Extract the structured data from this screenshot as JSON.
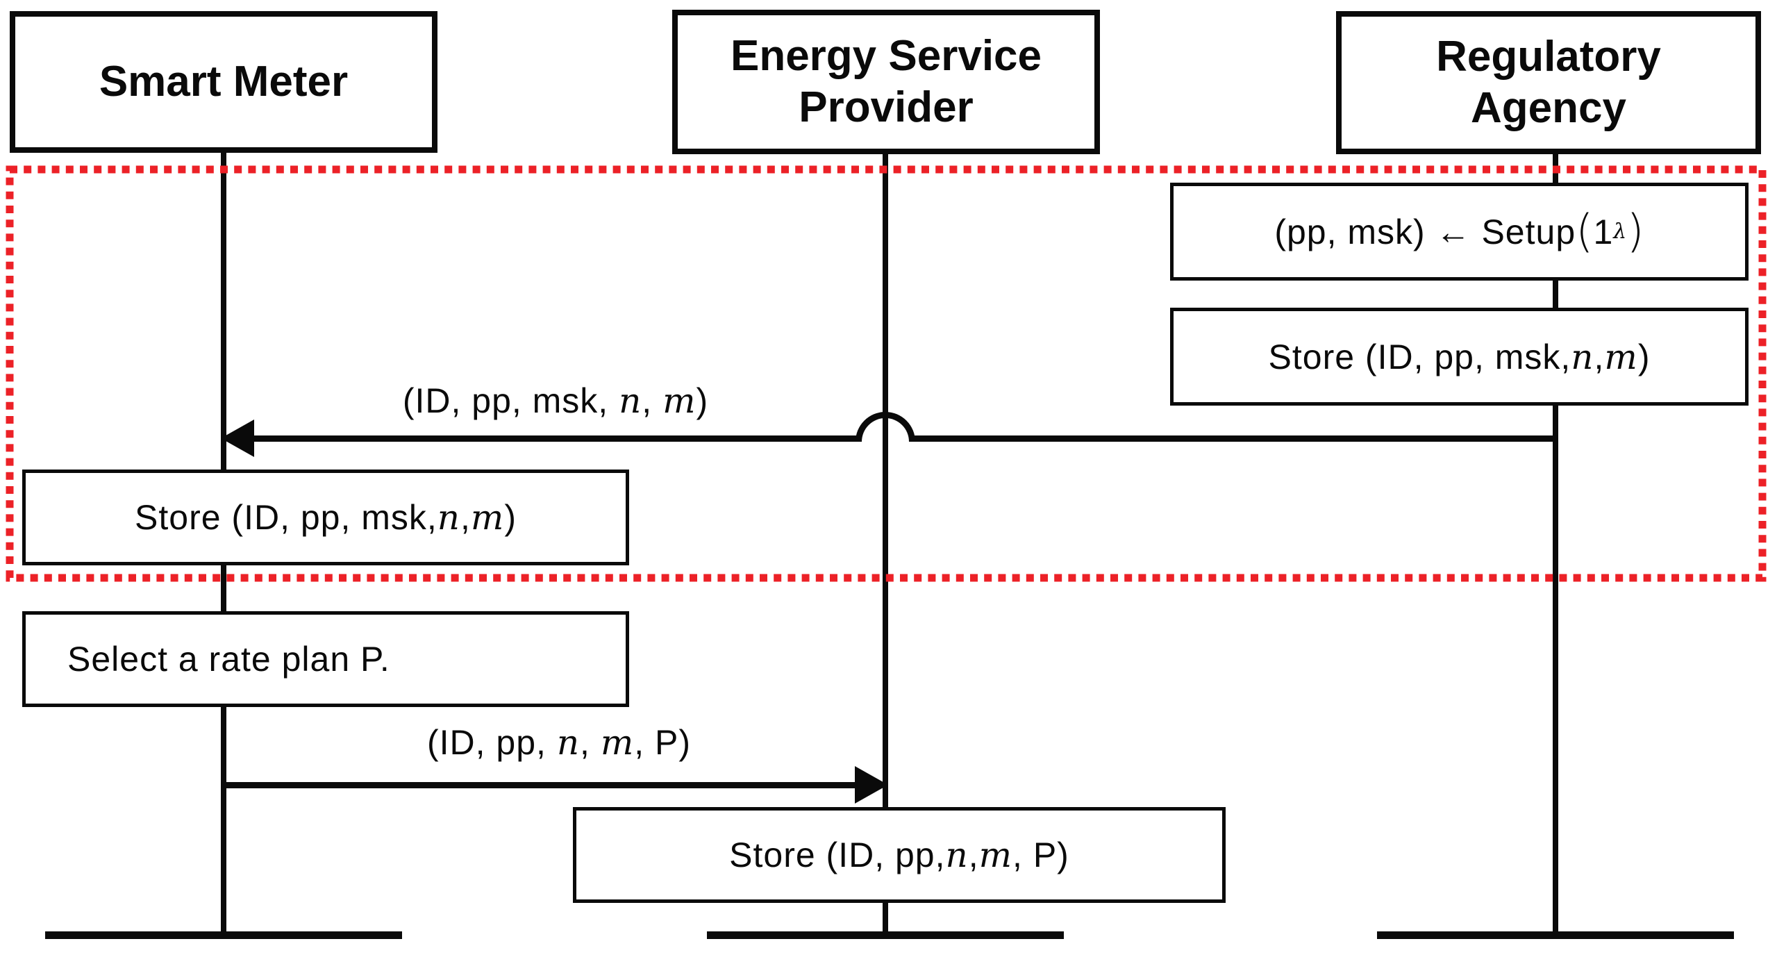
{
  "actors": [
    {
      "name": "smart-meter",
      "label": "Smart Meter"
    },
    {
      "name": "energy-service-provider",
      "label": "Energy Service\nProvider"
    },
    {
      "name": "regulatory-agency",
      "label": "Regulatory\nAgency"
    }
  ],
  "actions": {
    "setup": [
      {
        "t": "(pp, msk) ← Setup"
      },
      {
        "t": "(",
        "s": "bigp"
      },
      {
        "t": "1"
      },
      {
        "t": "λ",
        "s": "sup"
      },
      {
        "t": ")",
        "s": "bigp"
      }
    ],
    "store_ra": [
      {
        "t": "Store (ID, pp, msk, "
      },
      {
        "t": "n",
        "s": "i"
      },
      {
        "t": ", "
      },
      {
        "t": "m",
        "s": "i"
      },
      {
        "t": ")"
      }
    ],
    "store_sm": [
      {
        "t": "Store (ID, pp, msk, "
      },
      {
        "t": "n",
        "s": "i"
      },
      {
        "t": ", "
      },
      {
        "t": "m",
        "s": "i"
      },
      {
        "t": ")"
      }
    ],
    "select_plan": [
      {
        "t": "Select a rate plan P."
      }
    ],
    "store_esp": [
      {
        "t": "Store (ID, pp, "
      },
      {
        "t": "n",
        "s": "i"
      },
      {
        "t": ", "
      },
      {
        "t": "m",
        "s": "i"
      },
      {
        "t": ", P)"
      }
    ]
  },
  "messages": {
    "msg1": [
      {
        "t": "(ID, pp, msk, "
      },
      {
        "t": "n",
        "s": "i"
      },
      {
        "t": ", "
      },
      {
        "t": "m",
        "s": "i"
      },
      {
        "t": ")"
      }
    ],
    "msg2": [
      {
        "t": "(ID, pp, "
      },
      {
        "t": "n",
        "s": "i"
      },
      {
        "t": ", "
      },
      {
        "t": "m",
        "s": "i"
      },
      {
        "t": ", P)"
      }
    ]
  },
  "colors": {
    "line": "#0a0a0a",
    "highlight": "#EC2127",
    "background": "#ffffff"
  }
}
